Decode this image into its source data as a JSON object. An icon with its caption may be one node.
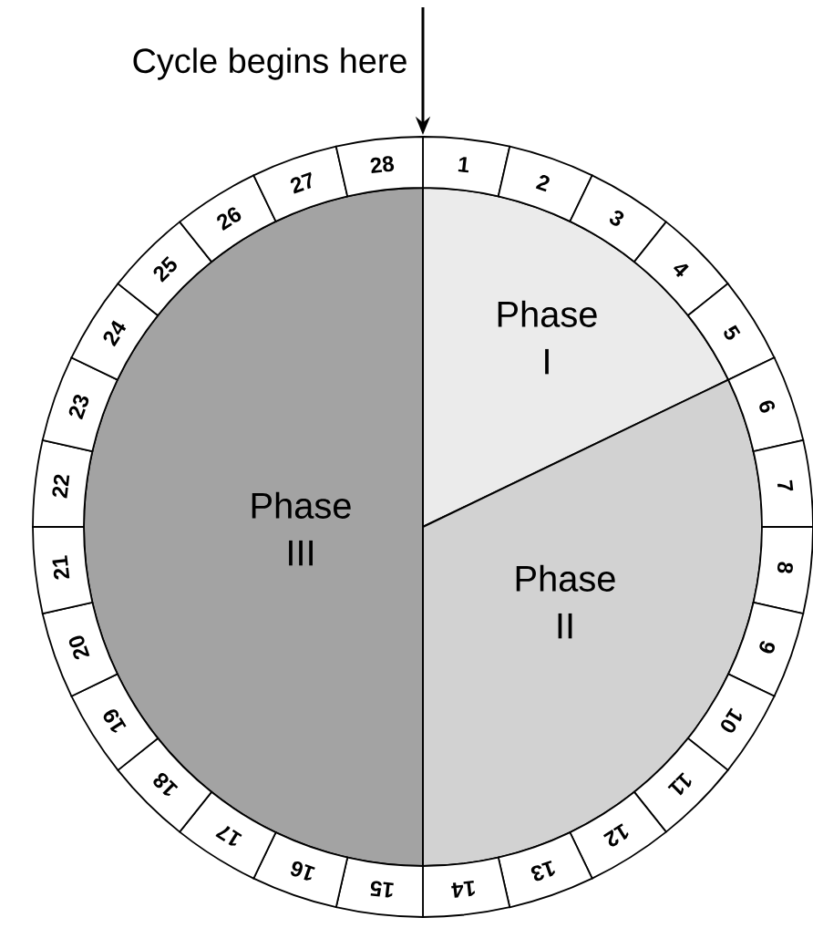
{
  "diagram": {
    "nodes": [
      {
        "text": [
          "Phase I"
        ]
      },
      {
        "text": [
          "Phase II"
        ]
      },
      {
        "text": [
          "Phase III"
        ]
      },
      {
        "text": [
          "1"
        ]
      },
      {
        "text": [
          "2"
        ]
      },
      {
        "text": [
          "3"
        ]
      },
      {
        "text": [
          "4"
        ]
      },
      {
        "text": [
          "5"
        ]
      },
      {
        "text": [
          "6"
        ]
      },
      {
        "text": [
          "7"
        ]
      },
      {
        "text": [
          "8"
        ]
      },
      {
        "text": [
          "9"
        ]
      },
      {
        "text": [
          "10"
        ]
      },
      {
        "text": [
          "11"
        ]
      },
      {
        "text": [
          "12"
        ]
      },
      {
        "text": [
          "13"
        ]
      },
      {
        "text": [
          "14"
        ]
      },
      {
        "text": [
          "15"
        ]
      },
      {
        "text": [
          "16"
        ]
      },
      {
        "text": [
          "17"
        ]
      },
      {
        "text": [
          "18"
        ]
      },
      {
        "text": [
          "19"
        ]
      },
      {
        "text": [
          "20"
        ]
      },
      {
        "text": [
          "21"
        ]
      },
      {
        "text": [
          "22"
        ]
      },
      {
        "text": [
          "23"
        ]
      },
      {
        "text": [
          "24"
        ]
      },
      {
        "text": [
          "25"
        ]
      },
      {
        "text": [
          "26"
        ]
      },
      {
        "text": [
          "27"
        ]
      },
      {
        "text": [
          "28"
        ]
      }
    ],
    "edges": [
      {
        "from": null,
        "to": 3,
        "arrow": "to"
      }
    ],
    "labels": [
      "Cycle begins here"
    ]
  }
}
